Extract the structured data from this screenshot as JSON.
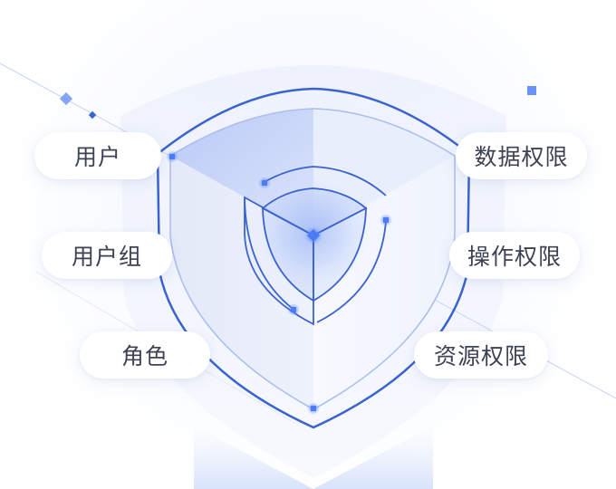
{
  "left_labels": {
    "user": "用户",
    "user_group": "用户组",
    "role": "角色"
  },
  "right_labels": {
    "data_permission": "数据权限",
    "operation_permission": "操作权限",
    "resource_permission": "资源权限"
  },
  "colors": {
    "accent_blue": "#3a63cf",
    "light_blue": "#8fa8ee",
    "dot_blue": "#4a7cf6",
    "label_text": "#3d4354"
  }
}
